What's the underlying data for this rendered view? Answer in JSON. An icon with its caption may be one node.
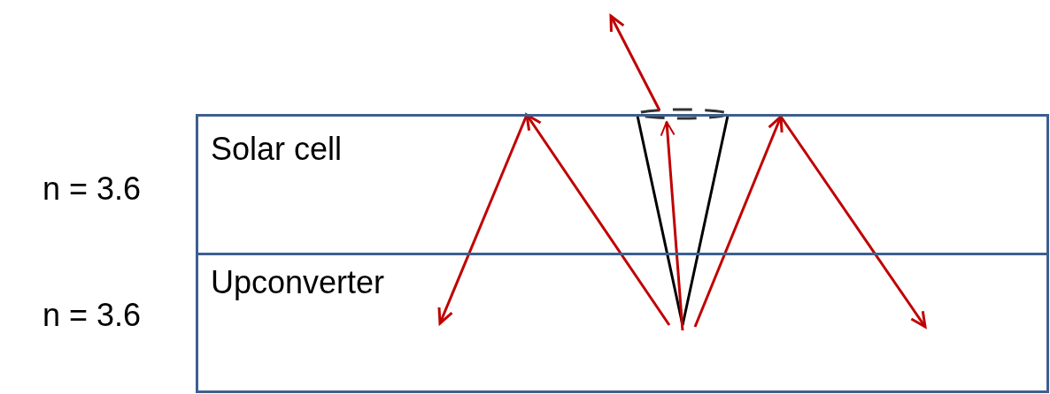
{
  "diagram": {
    "nodes": [
      {
        "text": [
          "Solar cell"
        ]
      },
      {
        "text": [
          "Upconverter"
        ]
      }
    ],
    "edges": [
      {
        "from": 1,
        "to": 0,
        "arrow": "to"
      }
    ],
    "labels": [
      "n = 3.6",
      "n = 3.6"
    ]
  }
}
